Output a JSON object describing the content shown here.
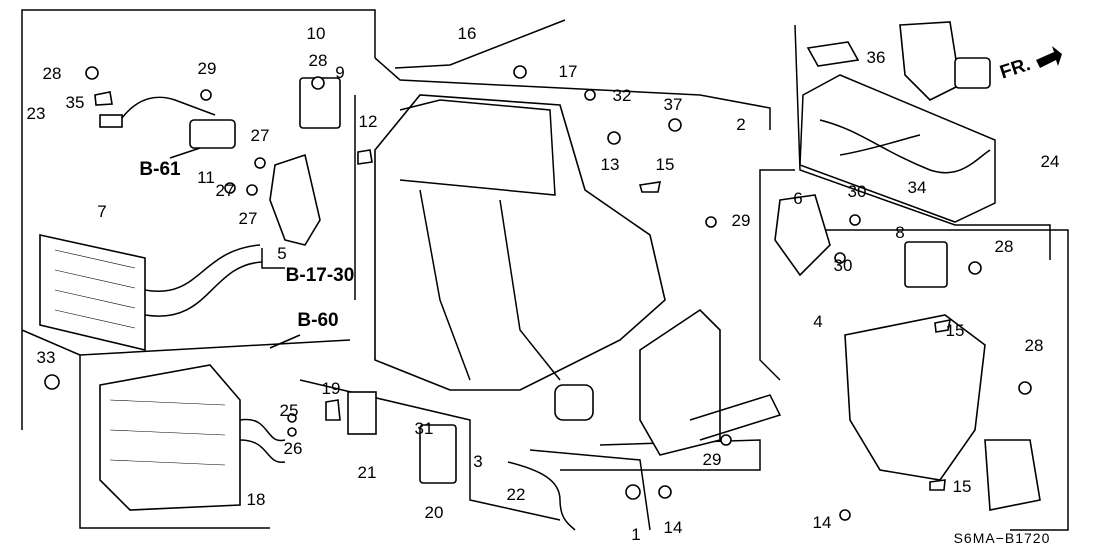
{
  "diagram": {
    "code": "S6MA−B1720",
    "direction_label": "FR.",
    "refs": {
      "b61": "B-61",
      "b1730": "B-17-30",
      "b60": "B-60"
    },
    "labels": [
      "16",
      "10",
      "28",
      "29",
      "28",
      "9",
      "17",
      "36",
      "23",
      "35",
      "32",
      "37",
      "12",
      "2",
      "27",
      "11",
      "13",
      "15",
      "24",
      "34",
      "27",
      "27",
      "7",
      "6",
      "30",
      "29",
      "8",
      "5",
      "30",
      "28",
      "4",
      "15",
      "33",
      "28",
      "19",
      "25",
      "31",
      "3",
      "26",
      "21",
      "29",
      "18",
      "22",
      "20",
      "15",
      "14",
      "1",
      "14"
    ]
  }
}
